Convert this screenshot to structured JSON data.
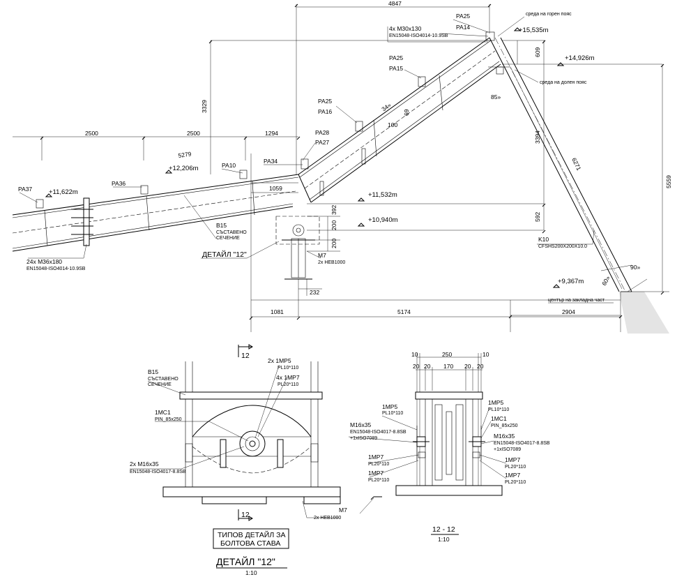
{
  "elevation": {
    "dims": {
      "top_span": "4847",
      "d3329": "3329",
      "d2500a": "2500",
      "d2500b": "2500",
      "d1294": "1294",
      "d5279": "5279",
      "d1059": "1059",
      "d392": "392",
      "d200a": "200",
      "d200b": "200",
      "d232": "232",
      "d1081": "1081",
      "d5174": "5174",
      "d2904": "2904",
      "d609": "609",
      "d3394": "3394",
      "d592": "592",
      "d5559": "5559",
      "d6271": "6271",
      "d34": "34»",
      "d69": "69",
      "d100": "100"
    },
    "levels": {
      "l15535": "+15,535m",
      "l14926": "+14,926m",
      "l12206": "+12,206m",
      "l11622": "+11,622m",
      "l11532": "+11,532m",
      "l10940": "+10,940m",
      "l9367": "+9,367m"
    },
    "angles": {
      "a85": "85»",
      "a90": "90»",
      "a60": "60»"
    },
    "notes": {
      "top_chord": "среда на горен пояс",
      "bottom_chord": "среда на долен пояс",
      "anchor_center": "център на закладна част"
    },
    "plates": {
      "pa25a": "PA25",
      "pa14": "PA14",
      "pa25b": "PA25",
      "pa15": "PA15",
      "pa25c": "PA25",
      "pa16": "PA16",
      "pa28": "PA28",
      "pa27": "PA27",
      "pa34": "PA34",
      "pa10": "PA10",
      "pa36": "PA36",
      "pa37": "PA37"
    },
    "bolts": {
      "top_qty": "4x M30x130",
      "top_std": "EN15048-ISO4014-10.9SB",
      "bot_qty": "24x M36x180",
      "bot_std": "EN15048-ISO4014-10.9SB"
    },
    "members": {
      "b15": "B15",
      "b15_l1": "СЪСТАВЕНО",
      "b15_l2": "СЕЧЕНИЕ",
      "m7": "M7",
      "m7_sec": "2x HEB1000",
      "k10": "K10",
      "k10_sec": "CFSHS200X200X10.0"
    },
    "detail_callout": "ДЕТАЙЛ \"12\""
  },
  "detail": {
    "section_mark": "12",
    "section_mark_bottom": "12",
    "b15": "B15",
    "b15_l1": "СЪСТАВЕНО",
    "b15_l2": "СЕЧЕНИЕ",
    "mp5": "2x 1MP5",
    "mp5_pl": "PL10*110",
    "mp7": "4x 1MP7",
    "mp7_pl": "PL20*110",
    "mc1": "1MC1",
    "mc1_pin": "PIN_85x250",
    "m16": "2x M16x35",
    "m16_std": "EN15048-ISO4017-8.8SB",
    "m7": "M7",
    "m7_sec": "2x HEB1000",
    "box_line1": "ТИПОВ ДЕТАЙЛ ЗА",
    "box_line2": "БОЛТОВА СТАВА",
    "title": "ДЕТАЙЛ \"12\"",
    "scale": "1:10"
  },
  "section": {
    "d10a": "10",
    "d250": "250",
    "d10b": "10",
    "d20a": "20",
    "d20b": "20",
    "d170": "170",
    "d20c": "20",
    "d20d": "20",
    "l_mp5": "1MP5",
    "l_mp5_pl": "PL10*110",
    "l_m16": "M16x35",
    "l_m16_std": "EN15048-ISO4017-8.8SB",
    "l_m16_w": "+1xISO7089",
    "l_mp7a": "1MP7",
    "l_mp7a_pl": "PL20*110",
    "l_mp7b": "1MP7",
    "l_mp7b_pl": "PL20*110",
    "r_mp5": "1MP5",
    "r_mp5_pl": "PL10*110",
    "r_mc1": "1MC1",
    "r_mc1_pin": "PIN_85x250",
    "r_m16": "M16x35",
    "r_m16_std": "EN15048-ISO4017-8.8SB",
    "r_m16_w": "+1xISO7089",
    "r_mp7a": "1MP7",
    "r_mp7a_pl": "PL20*110",
    "r_mp7b": "1MP7",
    "r_mp7b_pl": "PL20*110",
    "title": "12 - 12",
    "scale": "1:10"
  }
}
